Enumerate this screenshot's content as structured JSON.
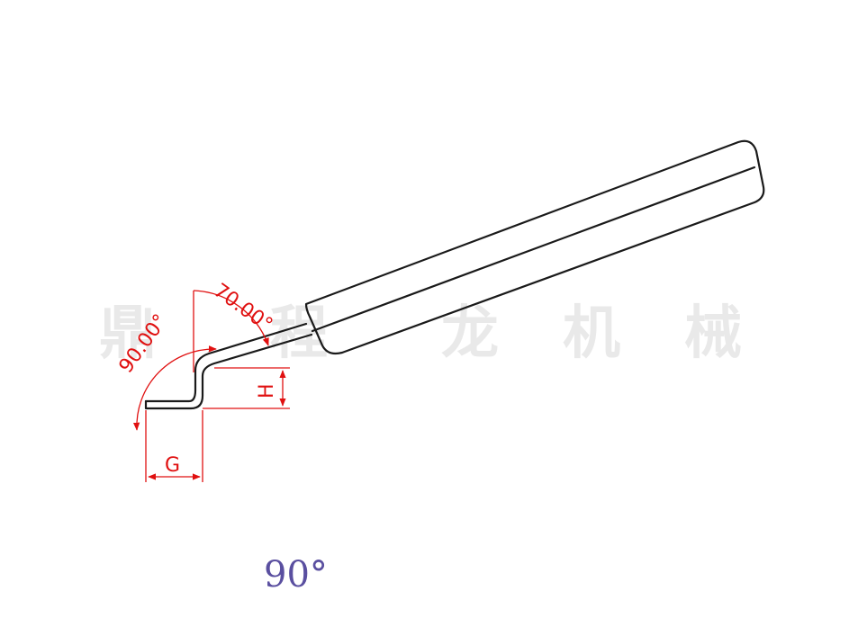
{
  "colors": {
    "outline": "#1a1a1a",
    "dimension": "#e01010",
    "caption": "#5a4fa0",
    "watermark": "#e9e9e9"
  },
  "dimensions": {
    "angle_upper": "70.00°",
    "angle_lower": "90.00°",
    "height_label": "H",
    "width_label": "G"
  },
  "watermark": {
    "chars": [
      "鼎",
      "程",
      "龙",
      "机",
      "械"
    ]
  },
  "caption": "90°"
}
